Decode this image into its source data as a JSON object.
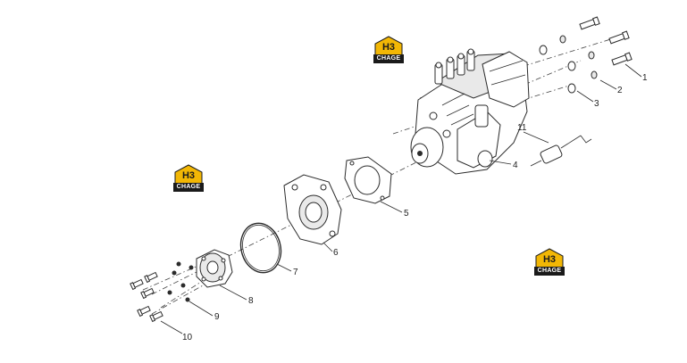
{
  "diagram": {
    "callouts": [
      "1",
      "2",
      "3",
      "4",
      "5",
      "6",
      "7",
      "8",
      "9",
      "10",
      "11"
    ]
  },
  "watermarks": [
    {
      "brand": "H3",
      "band": "CHAGE"
    },
    {
      "brand": "H3",
      "band": "CHAGE"
    },
    {
      "brand": "H3",
      "band": "CHAGE"
    }
  ],
  "colors": {
    "line": "#2b2b2b",
    "logo_yellow": "#f2b705",
    "logo_black": "#1a1a1a"
  }
}
